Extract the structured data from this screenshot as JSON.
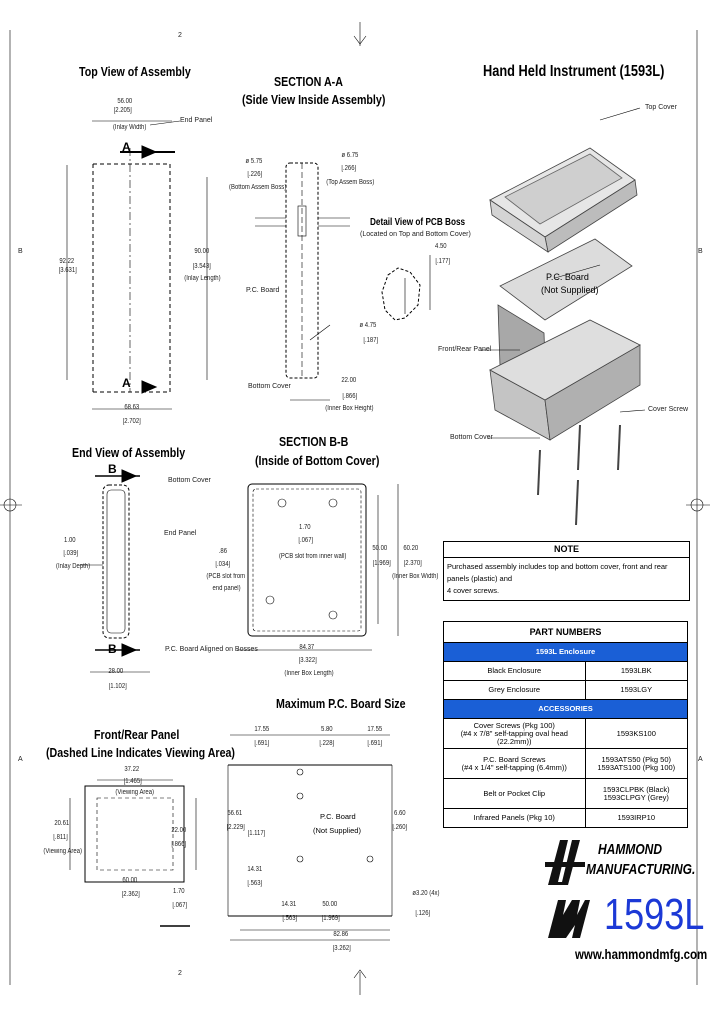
{
  "border": {
    "top_mark": "2",
    "bottom_mark": "2",
    "left_b": "B",
    "right_b": "B",
    "left_a": "A",
    "right_a": "A"
  },
  "top_view": {
    "title": "Top View of Assembly",
    "dim_width": "56.00",
    "dim_width_in": "[2.205]",
    "dim_width_note": "(Inlay Width)",
    "end_panel": "End Panel",
    "dim_height": "92.22",
    "dim_height_in": "[3.631]",
    "dim_length": "90.00",
    "dim_length_in": "[3.543]",
    "dim_length_note": "(Inlay Length)",
    "dim_bottom": "68.63",
    "dim_bottom_in": "[2.702]",
    "section_a_top": "A",
    "section_a_bottom": "A"
  },
  "section_aa": {
    "title1": "SECTION A-A",
    "title2": "(Side View Inside Assembly)",
    "boss_left": "ø 5.75",
    "boss_left_in": "[.226]",
    "boss_left_note": "(Bottom Assem Boss)",
    "boss_right": "ø 6.75",
    "boss_right_in": "[.266]",
    "boss_right_note": "(Top Assem Boss)",
    "pc_board": "P.C. Board",
    "bottom_cover": "Bottom Cover",
    "inner_height": "22.00",
    "inner_height_in": "[.866]",
    "inner_height_note": "(Inner Box Height)"
  },
  "pcb_boss": {
    "title": "Detail View of PCB Boss",
    "subtitle": "(Located on Top and Bottom Cover)",
    "dim1": "4.50",
    "dim1_in": "[.177]",
    "dim2": "ø 4.75",
    "dim2_in": "[.187]"
  },
  "end_view": {
    "title": "End View of Assembly",
    "section_b_top": "B",
    "section_b_bottom": "B",
    "bottom_cover": "Bottom Cover",
    "end_panel": "End Panel",
    "depth": "1.00",
    "depth_in": "[.039]",
    "depth_note": "(Inlay Depth)",
    "width": "28.00",
    "width_in": "[1.102]"
  },
  "section_bb": {
    "title1": "SECTION B-B",
    "title2": "(Inside of Bottom Cover)",
    "mid": "1.70",
    "mid_in": "[.067]",
    "mid_note": "(PCB slot from inner wall)",
    "slot": ".86",
    "slot_in": "[.034]",
    "slot_note1": "(PCB slot from",
    "slot_note2": "end panel)",
    "aligned": "P.C. Board Aligned on Bosses",
    "w1": "50.00",
    "w1_in": "[1.969]",
    "w2": "60.20",
    "w2_in": "[2.370]",
    "w2_note": "(Inner Box Width)",
    "len": "84.37",
    "len_in": "[3.322]",
    "len_note": "(Inner Box Length)"
  },
  "hand_held": {
    "title": "Hand Held Instrument (1593L)",
    "top_cover": "Top Cover",
    "pc_board": "P.C. Board",
    "not_supplied": "(Not Supplied)",
    "front_rear": "Front/Rear Panel",
    "cover_screw": "Cover Screw",
    "bottom_cover": "Bottom Cover"
  },
  "note": {
    "heading": "NOTE",
    "text1": "Purchased assembly includes top and bottom cover, front and rear panels (plastic) and",
    "text2": "4 cover screws."
  },
  "parts": {
    "heading": "PART NUMBERS",
    "enclosure_header": "1593L Enclosure",
    "rows": [
      {
        "name": "Black Enclosure",
        "part": "1593LBK"
      },
      {
        "name": "Grey Enclosure",
        "part": "1593LGY"
      }
    ],
    "accessories_header": "ACCESSORIES",
    "acc": [
      {
        "name1": "Cover Screws (Pkg 100)",
        "name2": "(#4 x 7/8\" self-tapping oval head (22.2mm))",
        "part1": "1593KS100",
        "part2": ""
      },
      {
        "name1": "P.C. Board Screws",
        "name2": "(#4 x 1/4\" self-tapping (6.4mm))",
        "part1": "1593ATS50 (Pkg 50)",
        "part2": "1593ATS100 (Pkg 100)"
      },
      {
        "name1": "Belt or Pocket Clip",
        "name2": "",
        "part1": "1593CLPBK (Black)",
        "part2": "1593CLPGY (Grey)"
      },
      {
        "name1": "Infrared Panels (Pkg 10)",
        "name2": "",
        "part1": "1593IRP10",
        "part2": ""
      }
    ]
  },
  "front_rear": {
    "title1": "Front/Rear Panel",
    "title2": "(Dashed Line Indicates Viewing Area)",
    "view_w": "37.22",
    "view_w_in": "[1.465]",
    "view_w_note": "(Viewing Area)",
    "view_h": "20.61",
    "view_h_in": "[.811]",
    "view_h_note": "(Viewing Area)",
    "height": "22.00",
    "height_in": "[.866]",
    "width": "60.00",
    "width_in": "[2.362]",
    "thick": "1.70",
    "thick_in": "[.067]"
  },
  "max_pcb": {
    "title": "Maximum P.C. Board Size",
    "d1": "17.55",
    "d1_in": "[.691]",
    "d2": "5.80",
    "d2_in": "[.228]",
    "d3": "17.55",
    "d3_in": "[.691]",
    "left": "56.61",
    "left_in": "[2.229]",
    "left2": "[1.117]",
    "right": "6.60",
    "right_in": "[.260]",
    "pcb": "P.C. Board",
    "not_supplied": "(Not Supplied)",
    "d4": "14.31",
    "d4_in": "[.563]",
    "d5": "14.31",
    "d5_in": "[.563]",
    "d6": "50.00",
    "d6_in": "[1.969]",
    "hole": "ø3.20 (4x)",
    "hole_in": "[.126]",
    "total": "82.86",
    "total_in": "[3.262]"
  },
  "brand": {
    "company1": "HAMMOND",
    "company2": "MANUFACTURING.",
    "model": "1593L",
    "url": "www.hammondmfg.com"
  }
}
